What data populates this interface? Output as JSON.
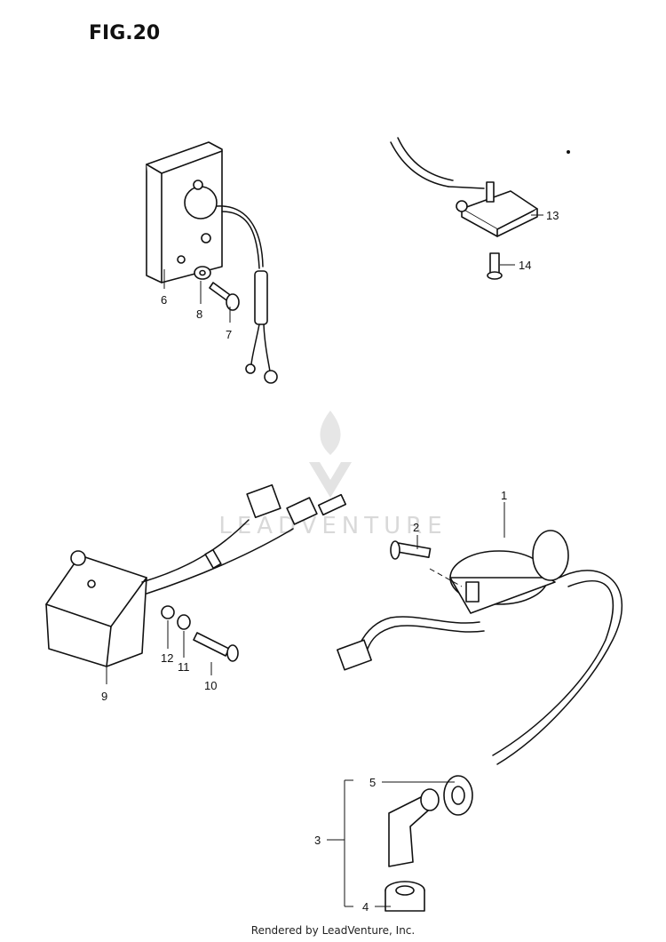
{
  "figure": {
    "title": "FIG.20",
    "watermark": "LEADVENTURE",
    "footer": "Rendered by LeadVenture, Inc."
  },
  "callouts": {
    "p1": "1",
    "p2": "2",
    "p3": "3",
    "p4": "4",
    "p5": "5",
    "p6": "6",
    "p7": "7",
    "p8": "8",
    "p9": "9",
    "p10": "10",
    "p11": "11",
    "p12": "12",
    "p13": "13",
    "p14": "14"
  },
  "colors": {
    "line": "#111111",
    "watermark": "#d9d9d9",
    "background": "#ffffff"
  }
}
